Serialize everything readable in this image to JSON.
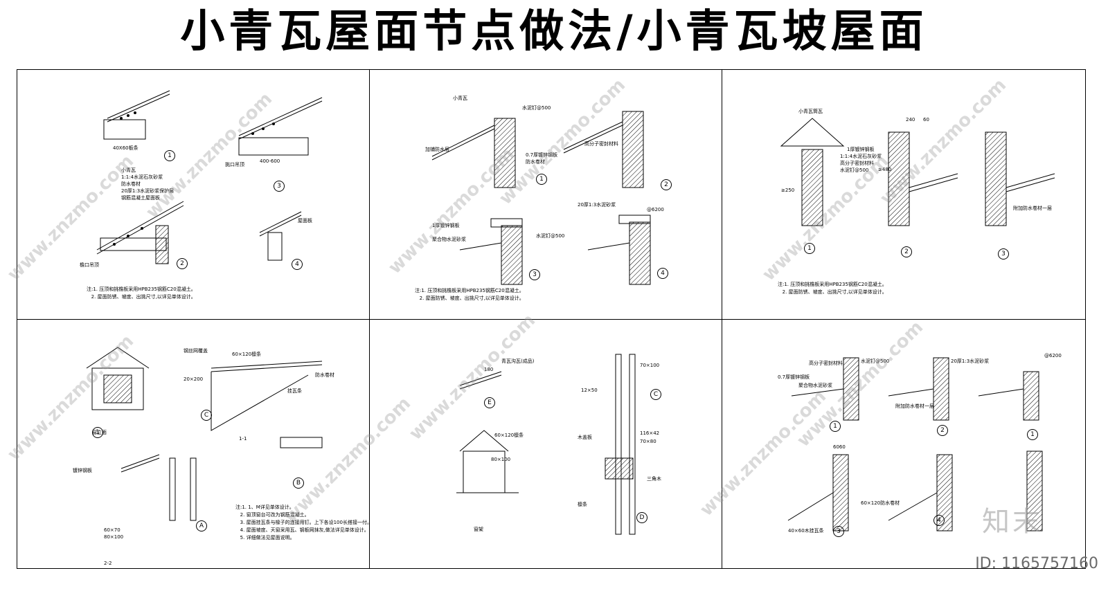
{
  "title": "小青瓦屋面节点做法/小青瓦坡屋面",
  "watermark": {
    "site": "www.znzmo.com",
    "brand": "知末",
    "id": "ID: 1165757160"
  },
  "panels": [
    {
      "notes": "注:1. 压顶和挑檐板采用HPB235钢筋C20混凝土。\n   2. 屋面防锈、坡度、出挑尺寸,以详见单体设计。",
      "markers": [
        "1",
        "2",
        "3",
        "4"
      ],
      "labels": [
        "小青瓦",
        "1:1:4水泥石灰砂浆",
        "防水卷材",
        "20厚1:3水泥砂浆保护层",
        "钢筋混凝土屋面板",
        "40X60板条",
        "400-600",
        "檐口吊顶",
        "屋面板",
        "挑口吊顶"
      ]
    },
    {
      "notes": "注:1. 压顶和挑檐板采用HPB235钢筋C20混凝土。\n   2. 屋面防锈、坡度、出挑尺寸,以详见单体设计。",
      "markers": [
        "1",
        "2",
        "3",
        "4"
      ],
      "labels": [
        "小青瓦",
        "水泥钉@500",
        "0.7厚镀锌钢板",
        "防水卷材",
        "高分子密封材料",
        "20厚1:3水泥砂浆",
        "加铺防水层",
        "聚合物水泥砂浆",
        "1厚镀锌钢板",
        "水泥钉@500",
        "@6200"
      ]
    },
    {
      "notes": "注:1. 压顶和挑檐板采用HPB235钢筋C20混凝土。\n   2. 屋面防锈、坡度、出挑尺寸,以详见单体设计。",
      "markers": [
        "1",
        "2",
        "3"
      ],
      "labels": [
        "小青瓦筒瓦",
        "1:1:4水泥石灰砂浆",
        "高分子密封材料",
        "水泥钉@500",
        "1厚镀锌钢板",
        "附加防水卷材一层",
        "240",
        "60",
        "≥480",
        "≥250"
      ]
    },
    {
      "notes": "注:1. 1、M详见单体设计。\n   2. 窗顶窗台可改为钢筋混凝土。\n   3. 屋面挂瓦条与椽子的连接用钉。上下各设100长搭接一付。\n   4. 屋面坡度、天窗采用瓦、钢板网抹灰,做法详见单体设计。\n   5. 详细做法见屋面说明。",
      "markers": [
        "1",
        "A",
        "B",
        "C"
      ],
      "labels": [
        "窗立面",
        "60×120檩条",
        "20×200",
        "60×70",
        "80×100",
        "1-1",
        "2-2",
        "钢丝网覆盖",
        "镀锌钢板",
        "挂瓦条",
        "防水卷材"
      ]
    },
    {
      "notes": "",
      "markers": [
        "E",
        "C",
        "D"
      ],
      "labels": [
        "青瓦沟瓦(成品)",
        "180",
        "60×120檩条",
        "80×100",
        "窗架",
        "70×100",
        "12×50",
        "116×42",
        "70×80",
        "三角木",
        "檩条",
        "木盖板"
      ]
    },
    {
      "notes": "",
      "markers": [
        "1",
        "2",
        "1",
        "3",
        "4"
      ],
      "labels": [
        "0.7厚镀锌钢板",
        "水泥钉@500",
        "高分子密封材料",
        "20厚1:3水泥砂浆",
        "聚合物水泥砂浆",
        "附加防水卷材一层",
        "60×120防水卷材",
        "40×60木挂瓦条",
        "6060",
        "@6200"
      ]
    }
  ]
}
